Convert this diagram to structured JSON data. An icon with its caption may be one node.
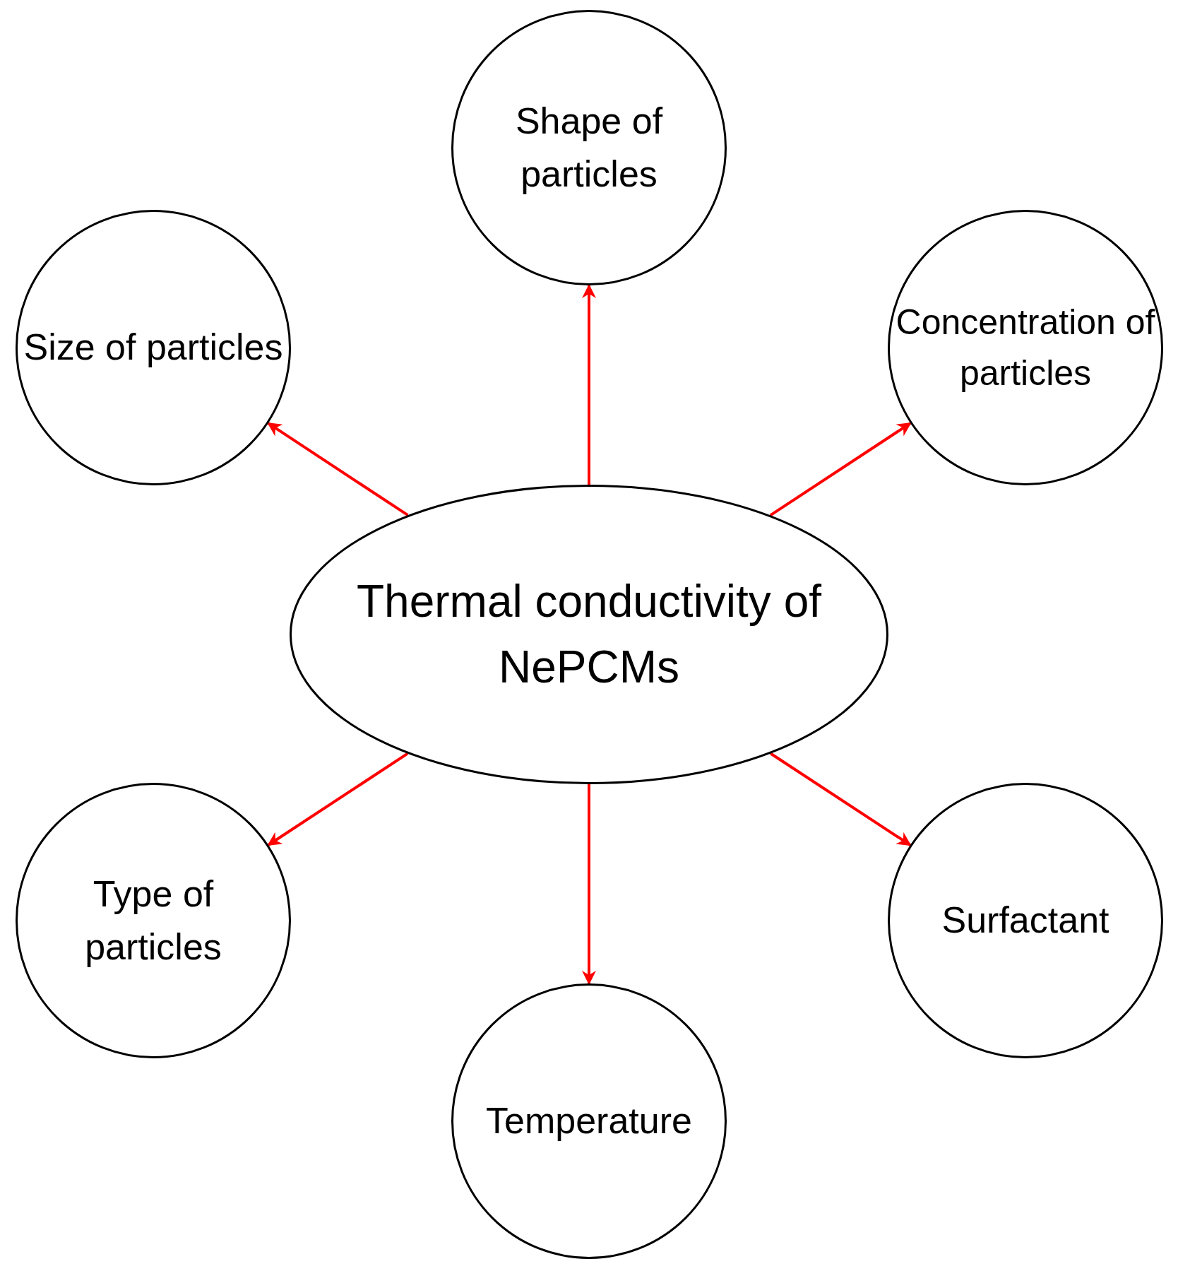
{
  "diagram": {
    "nodes": [
      {
        "text": [
          "Shape of particles"
        ]
      },
      {
        "text": [
          "Size of particles"
        ]
      },
      {
        "text": [
          "Concentration of particles"
        ]
      },
      {
        "text": [
          "Thermal conductivity of NePCMs"
        ]
      },
      {
        "text": [
          "Type of particles"
        ]
      },
      {
        "text": [
          "Surfactant"
        ]
      },
      {
        "text": [
          "Temperature"
        ]
      }
    ],
    "edges": [
      {
        "from": 3,
        "to": 0,
        "arrow": "to"
      },
      {
        "from": 3,
        "to": 1,
        "arrow": "to"
      },
      {
        "from": 3,
        "to": 2,
        "arrow": "to"
      },
      {
        "from": 3,
        "to": 4,
        "arrow": "to"
      },
      {
        "from": 3,
        "to": 5,
        "arrow": "to"
      },
      {
        "from": 3,
        "to": 6,
        "arrow": "to"
      }
    ]
  }
}
